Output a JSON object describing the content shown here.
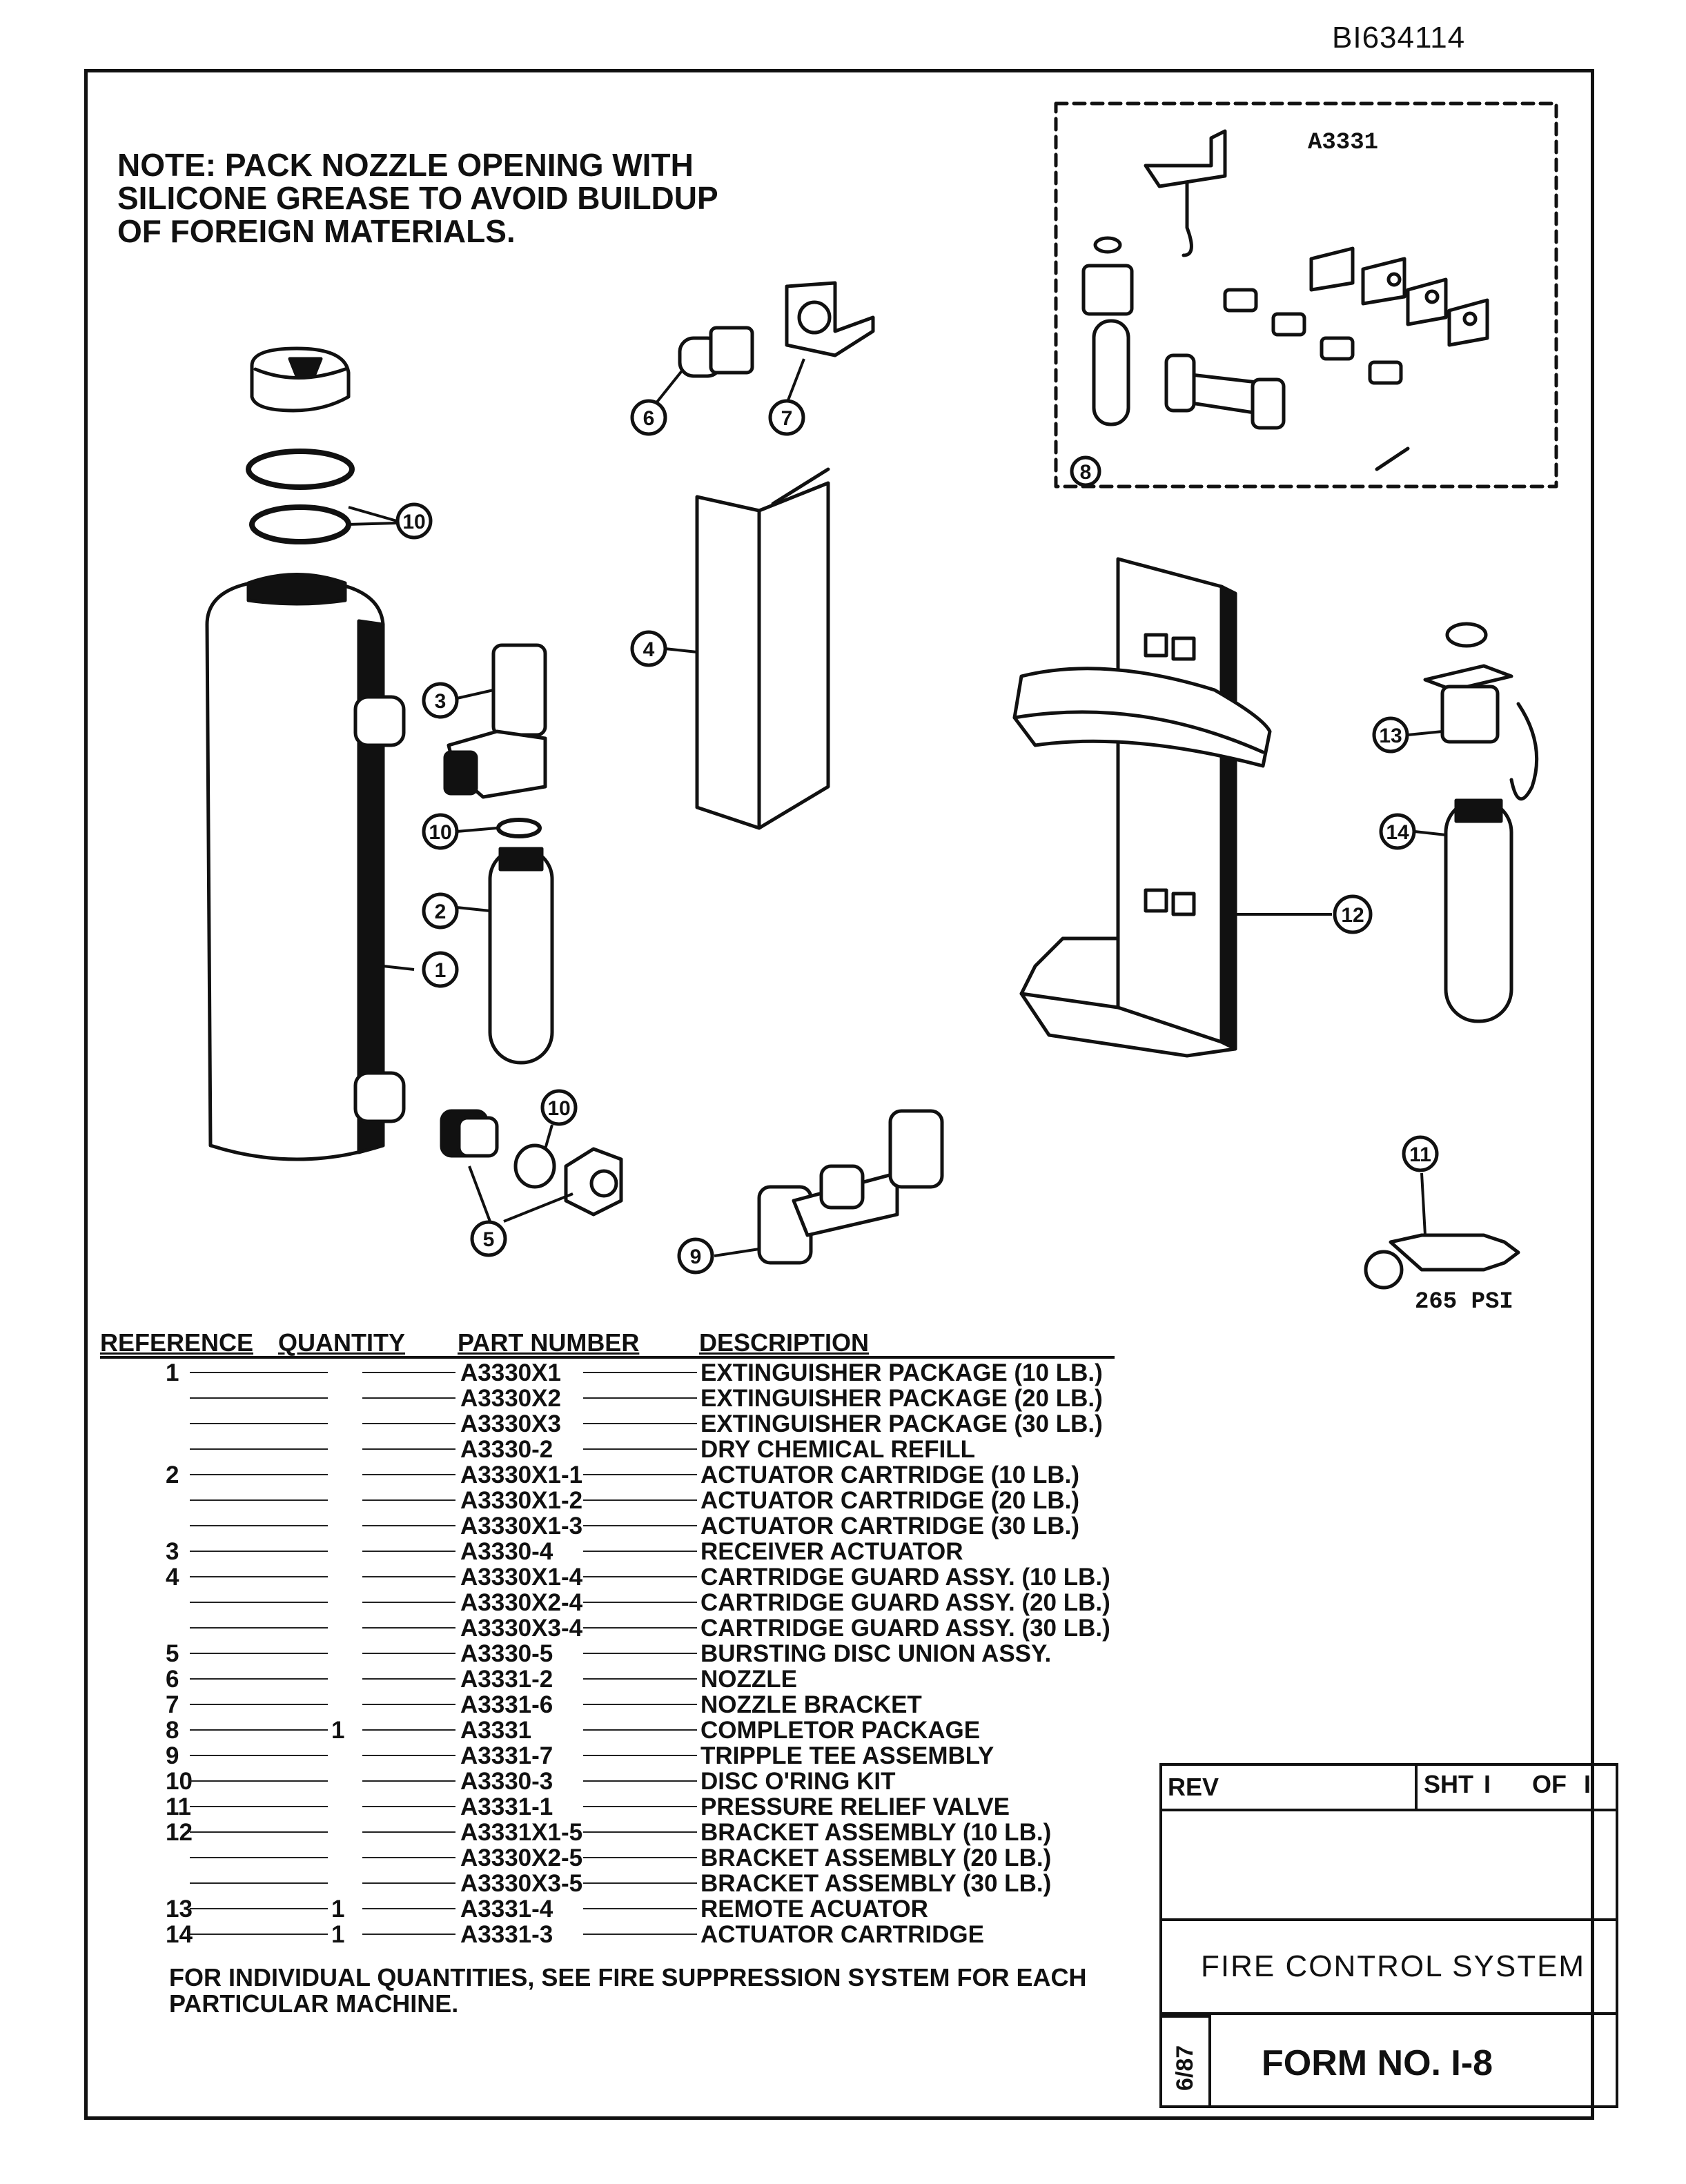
{
  "document_id": "BI634114",
  "note": "NOTE: PACK NOZZLE OPENING WITH\nSILICONE GREASE TO AVOID BUILDUP\nOF FOREIGN MATERIALS.",
  "diagram": {
    "kit_label": "A3331",
    "pressure_label": "265 PSI",
    "callouts": [
      "1",
      "2",
      "3",
      "4",
      "5",
      "6",
      "7",
      "8",
      "9",
      "10",
      "11",
      "12",
      "13",
      "14"
    ]
  },
  "parts_table": {
    "headers": {
      "reference": "REFERENCE",
      "quantity": "QUANTITY",
      "part_number": "PART NUMBER",
      "description": "DESCRIPTION"
    },
    "rows": [
      {
        "ref": "1",
        "qty": "",
        "part": "A3330X1",
        "desc": "EXTINGUISHER PACKAGE (10 LB.)"
      },
      {
        "ref": "",
        "qty": "",
        "part": "A3330X2",
        "desc": "EXTINGUISHER PACKAGE (20 LB.)"
      },
      {
        "ref": "",
        "qty": "",
        "part": "A3330X3",
        "desc": "EXTINGUISHER PACKAGE (30 LB.)"
      },
      {
        "ref": "",
        "qty": "",
        "part": "A3330-2",
        "desc": "DRY CHEMICAL REFILL"
      },
      {
        "ref": "2",
        "qty": "",
        "part": "A3330X1-1",
        "desc": "ACTUATOR CARTRIDGE (10 LB.)"
      },
      {
        "ref": "",
        "qty": "",
        "part": "A3330X1-2",
        "desc": "ACTUATOR CARTRIDGE (20 LB.)"
      },
      {
        "ref": "",
        "qty": "",
        "part": "A3330X1-3",
        "desc": "ACTUATOR CARTRIDGE (30 LB.)"
      },
      {
        "ref": "3",
        "qty": "",
        "part": "A3330-4",
        "desc": "RECEIVER ACTUATOR"
      },
      {
        "ref": "4",
        "qty": "",
        "part": "A3330X1-4",
        "desc": "CARTRIDGE GUARD ASSY. (10 LB.)"
      },
      {
        "ref": "",
        "qty": "",
        "part": "A3330X2-4",
        "desc": "CARTRIDGE GUARD ASSY. (20 LB.)"
      },
      {
        "ref": "",
        "qty": "",
        "part": "A3330X3-4",
        "desc": "CARTRIDGE GUARD ASSY. (30 LB.)"
      },
      {
        "ref": "5",
        "qty": "",
        "part": "A3330-5",
        "desc": "BURSTING DISC UNION ASSY."
      },
      {
        "ref": "6",
        "qty": "",
        "part": "A3331-2",
        "desc": "NOZZLE"
      },
      {
        "ref": "7",
        "qty": "",
        "part": "A3331-6",
        "desc": "NOZZLE BRACKET"
      },
      {
        "ref": "8",
        "qty": "1",
        "part": "A3331",
        "desc": "COMPLETOR PACKAGE"
      },
      {
        "ref": "9",
        "qty": "",
        "part": "A3331-7",
        "desc": "TRIPPLE TEE ASSEMBLY"
      },
      {
        "ref": "10",
        "qty": "",
        "part": "A3330-3",
        "desc": "DISC O'RING KIT"
      },
      {
        "ref": "11",
        "qty": "",
        "part": "A3331-1",
        "desc": "PRESSURE RELIEF VALVE"
      },
      {
        "ref": "12",
        "qty": "",
        "part": "A3331X1-5",
        "desc": "BRACKET ASSEMBLY (10 LB.)"
      },
      {
        "ref": "",
        "qty": "",
        "part": "A3330X2-5",
        "desc": "BRACKET ASSEMBLY (20 LB.)"
      },
      {
        "ref": "",
        "qty": "",
        "part": "A3330X3-5",
        "desc": "BRACKET ASSEMBLY (30 LB.)"
      },
      {
        "ref": "13",
        "qty": "1",
        "part": "A3331-4",
        "desc": "REMOTE ACUATOR"
      },
      {
        "ref": "14",
        "qty": "1",
        "part": "A3331-3",
        "desc": "ACTUATOR CARTRIDGE"
      }
    ],
    "footnote": "FOR INDIVIDUAL QUANTITIES, SEE FIRE SUPPRESSION SYSTEM FOR EACH PARTICULAR MACHINE."
  },
  "title_block": {
    "rev_label": "REV",
    "sheet_label": "SHT",
    "sheet_num": "I",
    "of_label": "OF",
    "of_num": "I",
    "title": "FIRE CONTROL SYSTEM",
    "form_number": "FORM NO. I-8",
    "date": "6/87"
  }
}
